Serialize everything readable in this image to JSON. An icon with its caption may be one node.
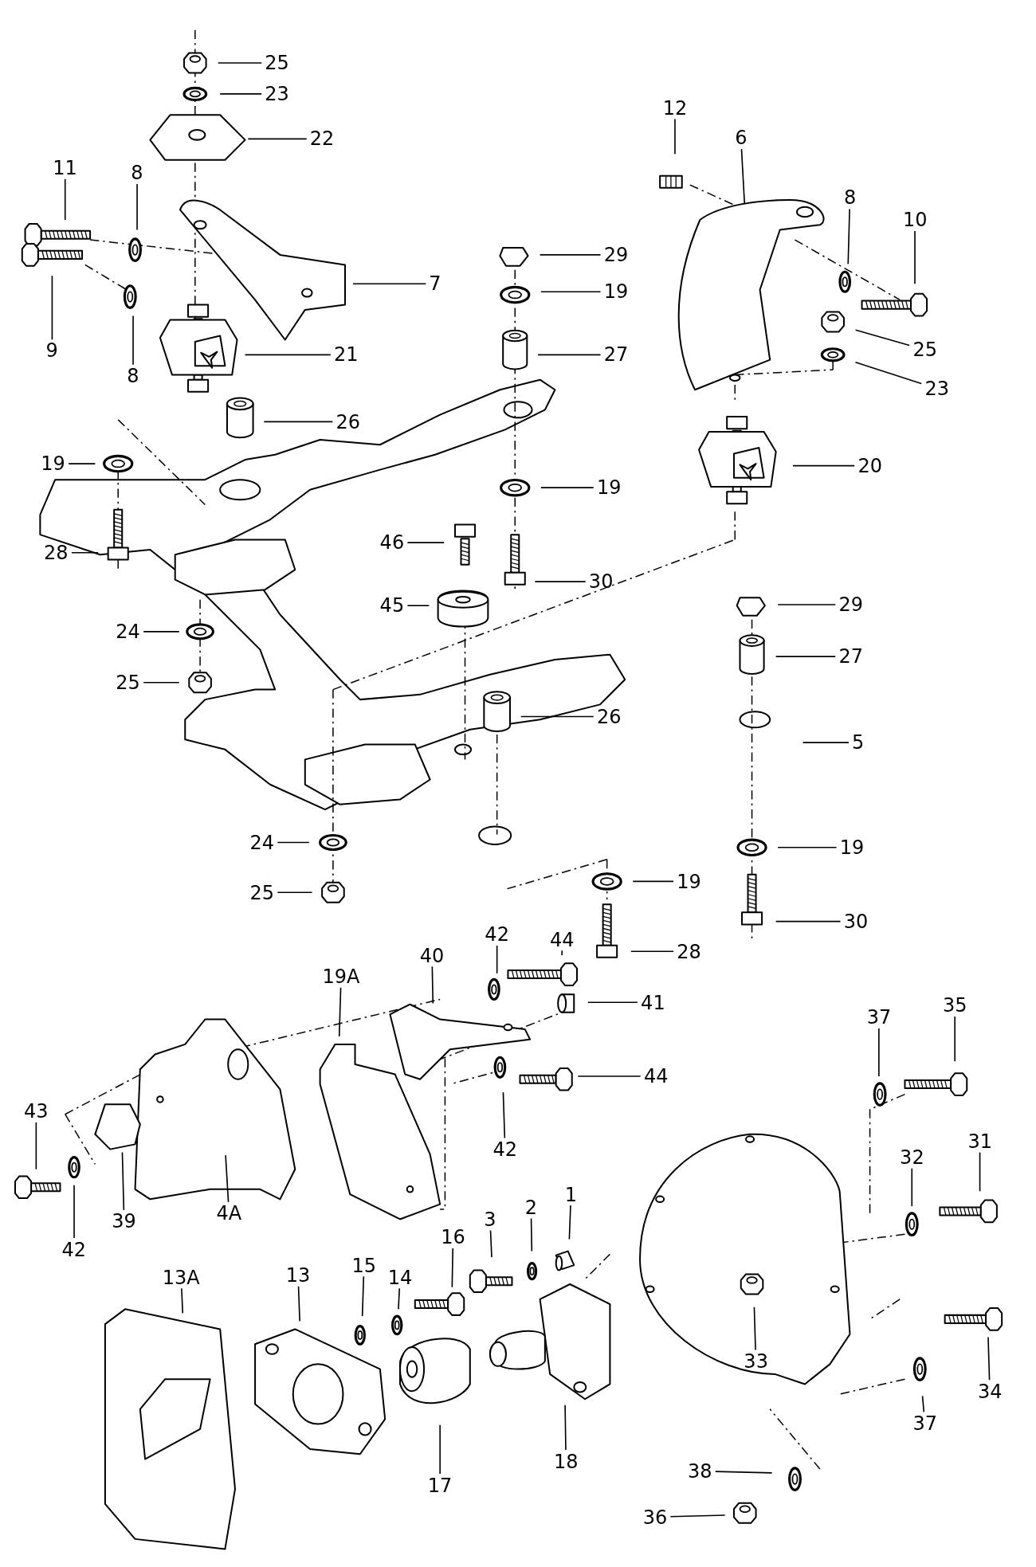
{
  "diagram": {
    "nodes": [
      {
        "text": [
          "25"
        ]
      },
      {
        "text": [
          "23"
        ]
      },
      {
        "text": [
          "22"
        ]
      },
      {
        "text": [
          "11"
        ]
      },
      {
        "text": [
          "8"
        ]
      },
      {
        "text": [
          "7"
        ]
      },
      {
        "text": [
          "9"
        ]
      },
      {
        "text": [
          "8"
        ]
      },
      {
        "text": [
          "21"
        ]
      },
      {
        "text": [
          "26"
        ]
      },
      {
        "text": [
          "19"
        ]
      },
      {
        "text": [
          "28"
        ]
      },
      {
        "text": [
          "24"
        ]
      },
      {
        "text": [
          "25"
        ]
      },
      {
        "text": [
          "12"
        ]
      },
      {
        "text": [
          "6"
        ]
      },
      {
        "text": [
          "8"
        ]
      },
      {
        "text": [
          "10"
        ]
      },
      {
        "text": [
          "29"
        ]
      },
      {
        "text": [
          "19"
        ]
      },
      {
        "text": [
          "27"
        ]
      },
      {
        "text": [
          "25"
        ]
      },
      {
        "text": [
          "23"
        ]
      },
      {
        "text": [
          "20"
        ]
      },
      {
        "text": [
          "19"
        ]
      },
      {
        "text": [
          "46"
        ]
      },
      {
        "text": [
          "30"
        ]
      },
      {
        "text": [
          "45"
        ]
      },
      {
        "text": [
          "29"
        ]
      },
      {
        "text": [
          "27"
        ]
      },
      {
        "text": [
          "26"
        ]
      },
      {
        "text": [
          "5"
        ]
      },
      {
        "text": [
          "24"
        ]
      },
      {
        "text": [
          "19"
        ]
      },
      {
        "text": [
          "25"
        ]
      },
      {
        "text": [
          "19"
        ]
      },
      {
        "text": [
          "30"
        ]
      },
      {
        "text": [
          "42"
        ]
      },
      {
        "text": [
          "44"
        ]
      },
      {
        "text": [
          "28"
        ]
      },
      {
        "text": [
          "19A"
        ]
      },
      {
        "text": [
          "40"
        ]
      },
      {
        "text": [
          "41"
        ]
      },
      {
        "text": [
          "37"
        ]
      },
      {
        "text": [
          "35"
        ]
      },
      {
        "text": [
          "44"
        ]
      },
      {
        "text": [
          "43"
        ]
      },
      {
        "text": [
          "42"
        ]
      },
      {
        "text": [
          "32"
        ]
      },
      {
        "text": [
          "31"
        ]
      },
      {
        "text": [
          "4A"
        ]
      },
      {
        "text": [
          "39"
        ]
      },
      {
        "text": [
          "42"
        ]
      },
      {
        "text": [
          "1"
        ]
      },
      {
        "text": [
          "2"
        ]
      },
      {
        "text": [
          "3"
        ]
      },
      {
        "text": [
          "16"
        ]
      },
      {
        "text": [
          "13A"
        ]
      },
      {
        "text": [
          "13"
        ]
      },
      {
        "text": [
          "15"
        ]
      },
      {
        "text": [
          "14"
        ]
      },
      {
        "text": [
          "33"
        ]
      },
      {
        "text": [
          "34"
        ]
      },
      {
        "text": [
          "37"
        ]
      },
      {
        "text": [
          "17"
        ]
      },
      {
        "text": [
          "18"
        ]
      },
      {
        "text": [
          "38"
        ]
      },
      {
        "text": [
          "36"
        ]
      }
    ],
    "edges": [
      {
        "from": 0,
        "to": null,
        "arrow": "none"
      },
      {
        "from": 1,
        "to": null,
        "arrow": "none"
      },
      {
        "from": 2,
        "to": null,
        "arrow": "none"
      },
      {
        "from": 3,
        "to": null,
        "arrow": "none"
      },
      {
        "from": 4,
        "to": null,
        "arrow": "none"
      },
      {
        "from": 5,
        "to": null,
        "arrow": "none"
      },
      {
        "from": 6,
        "to": null,
        "arrow": "none"
      },
      {
        "from": 7,
        "to": null,
        "arrow": "none"
      },
      {
        "from": 8,
        "to": null,
        "arrow": "none"
      },
      {
        "from": 9,
        "to": null,
        "arrow": "none"
      },
      {
        "from": 10,
        "to": null,
        "arrow": "none"
      },
      {
        "from": 11,
        "to": null,
        "arrow": "none"
      },
      {
        "from": 12,
        "to": null,
        "arrow": "none"
      },
      {
        "from": 13,
        "to": null,
        "arrow": "none"
      },
      {
        "from": 14,
        "to": null,
        "arrow": "none"
      },
      {
        "from": 15,
        "to": null,
        "arrow": "none"
      },
      {
        "from": 16,
        "to": null,
        "arrow": "none"
      },
      {
        "from": 17,
        "to": null,
        "arrow": "none"
      },
      {
        "from": 18,
        "to": null,
        "arrow": "none"
      },
      {
        "from": 19,
        "to": null,
        "arrow": "none"
      },
      {
        "from": 20,
        "to": null,
        "arrow": "none"
      },
      {
        "from": 21,
        "to": null,
        "arrow": "none"
      },
      {
        "from": 22,
        "to": null,
        "arrow": "none"
      },
      {
        "from": 23,
        "to": null,
        "arrow": "none"
      },
      {
        "from": 24,
        "to": null,
        "arrow": "none"
      },
      {
        "from": 25,
        "to": null,
        "arrow": "none"
      },
      {
        "from": 26,
        "to": null,
        "arrow": "none"
      },
      {
        "from": 27,
        "to": null,
        "arrow": "none"
      },
      {
        "from": 28,
        "to": null,
        "arrow": "none"
      },
      {
        "from": 29,
        "to": null,
        "arrow": "none"
      },
      {
        "from": 30,
        "to": null,
        "arrow": "none"
      },
      {
        "from": 31,
        "to": null,
        "arrow": "none"
      },
      {
        "from": 32,
        "to": null,
        "arrow": "none"
      },
      {
        "from": 33,
        "to": null,
        "arrow": "none"
      },
      {
        "from": 34,
        "to": null,
        "arrow": "none"
      },
      {
        "from": 35,
        "to": null,
        "arrow": "none"
      },
      {
        "from": 36,
        "to": null,
        "arrow": "none"
      },
      {
        "from": 37,
        "to": null,
        "arrow": "none"
      },
      {
        "from": 38,
        "to": null,
        "arrow": "none"
      },
      {
        "from": 39,
        "to": null,
        "arrow": "none"
      },
      {
        "from": 40,
        "to": null,
        "arrow": "none"
      },
      {
        "from": 41,
        "to": null,
        "arrow": "none"
      },
      {
        "from": 42,
        "to": null,
        "arrow": "none"
      },
      {
        "from": 43,
        "to": null,
        "arrow": "none"
      },
      {
        "from": 44,
        "to": null,
        "arrow": "none"
      },
      {
        "from": 45,
        "to": null,
        "arrow": "none"
      },
      {
        "from": 46,
        "to": null,
        "arrow": "none"
      },
      {
        "from": 47,
        "to": null,
        "arrow": "none"
      },
      {
        "from": 48,
        "to": null,
        "arrow": "none"
      },
      {
        "from": 49,
        "to": null,
        "arrow": "none"
      },
      {
        "from": 50,
        "to": null,
        "arrow": "none"
      },
      {
        "from": 51,
        "to": null,
        "arrow": "none"
      },
      {
        "from": 52,
        "to": null,
        "arrow": "none"
      },
      {
        "from": 53,
        "to": null,
        "arrow": "none"
      },
      {
        "from": 54,
        "to": null,
        "arrow": "none"
      },
      {
        "from": 55,
        "to": null,
        "arrow": "none"
      },
      {
        "from": 56,
        "to": null,
        "arrow": "none"
      },
      {
        "from": 57,
        "to": null,
        "arrow": "none"
      },
      {
        "from": 58,
        "to": null,
        "arrow": "none"
      },
      {
        "from": 59,
        "to": null,
        "arrow": "none"
      },
      {
        "from": 60,
        "to": null,
        "arrow": "none"
      },
      {
        "from": 61,
        "to": null,
        "arrow": "none"
      },
      {
        "from": 62,
        "to": null,
        "arrow": "none"
      },
      {
        "from": 63,
        "to": null,
        "arrow": "none"
      },
      {
        "from": 64,
        "to": null,
        "arrow": "none"
      },
      {
        "from": 65,
        "to": null,
        "arrow": "none"
      },
      {
        "from": 66,
        "to": null,
        "arrow": "none"
      },
      {
        "from": 67,
        "to": null,
        "arrow": "none"
      }
    ]
  }
}
